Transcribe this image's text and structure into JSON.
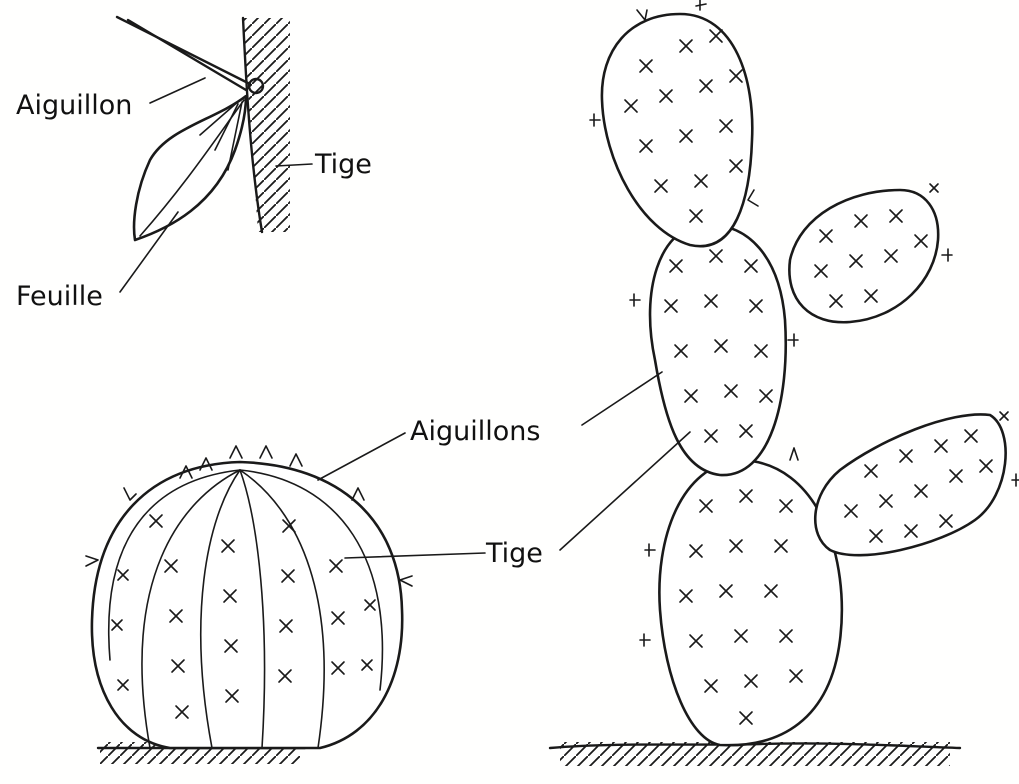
{
  "labels": {
    "aiguillon": "Aiguillon",
    "tige_top": "Tige",
    "feuille": "Feuille",
    "aiguillons": "Aiguillons",
    "tige_mid": "Tige"
  }
}
